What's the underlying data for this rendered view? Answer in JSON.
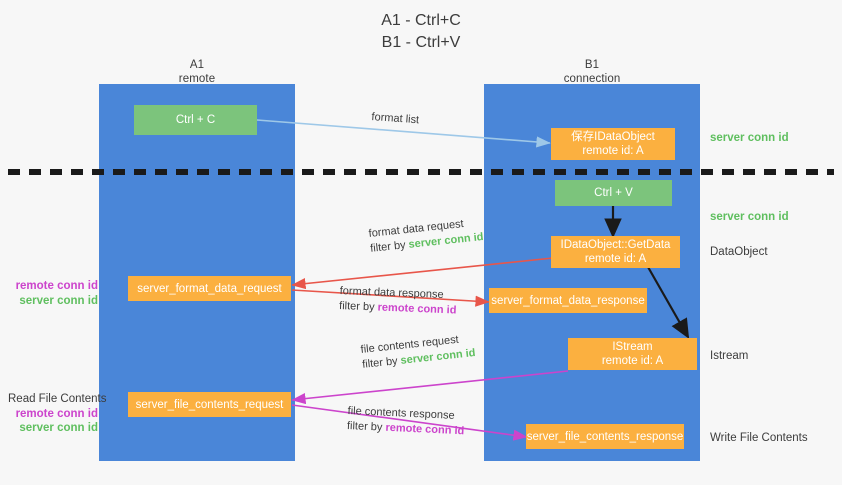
{
  "title": {
    "line1": "A1 - Ctrl+C",
    "line2": "B1 - Ctrl+V"
  },
  "lanes": [
    {
      "name": "A1",
      "subtitle": "remote"
    },
    {
      "name": "B1",
      "subtitle": "connection"
    }
  ],
  "boxes": {
    "ctrl_c": {
      "label": "Ctrl + C"
    },
    "ctrl_v": {
      "label": "Ctrl + V"
    },
    "idataobject_top": {
      "line1": "保存IDataObject",
      "line2": "remote id: A"
    },
    "idataobject_getdata": {
      "line1": "IDataObject::GetData",
      "line2": "remote id: A"
    },
    "istream": {
      "line1": "IStream",
      "line2": "remote id: A"
    },
    "server_format_data_request": {
      "label": "server_format_data_request"
    },
    "server_format_data_response": {
      "label": "server_format_data_response"
    },
    "server_file_contents_request": {
      "label": "server_file_contents_request"
    },
    "server_file_contents_response": {
      "label": "server_file_contents_response"
    }
  },
  "right_labels": {
    "server_conn_id_1": "server conn id",
    "server_conn_id_2": "server conn id",
    "dataobject": "DataObject",
    "istream": "Istream",
    "write_file_contents": "Write File Contents"
  },
  "left_labels": {
    "remote_conn_id_1": "remote conn id",
    "server_conn_id_1": "server conn id",
    "read_file_contents": "Read File Contents",
    "remote_conn_id_2": "remote conn id",
    "server_conn_id_2": "server conn id"
  },
  "edges": {
    "format_list": "format list",
    "format_data_request": "format data request",
    "format_data_request_filter_prefix": "filter by ",
    "format_data_request_filter_value": "server conn id",
    "format_data_response": "format data response",
    "format_data_response_filter_prefix": "filter by ",
    "format_data_response_filter_value": "remote conn id",
    "file_contents_request": "file contents request",
    "file_contents_request_filter_prefix": "filter by ",
    "file_contents_request_filter_value": "server conn id",
    "file_contents_response": "file contents response",
    "file_contents_response_filter_prefix": "filter by ",
    "file_contents_response_filter_value": "remote conn id"
  },
  "colors": {
    "lane": "#4a86d8",
    "box_orange": "#fbb040",
    "box_green": "#7cc47c",
    "conn_green": "#5fbf5f",
    "conn_magenta": "#cc44cc",
    "arrow_light_blue": "#9ec8e8",
    "arrow_red": "#e8564a",
    "arrow_magenta": "#cc44cc",
    "arrow_black": "#1a1a1a",
    "dashed_line": "#1a1a1a",
    "background": "#f7f7f7"
  }
}
